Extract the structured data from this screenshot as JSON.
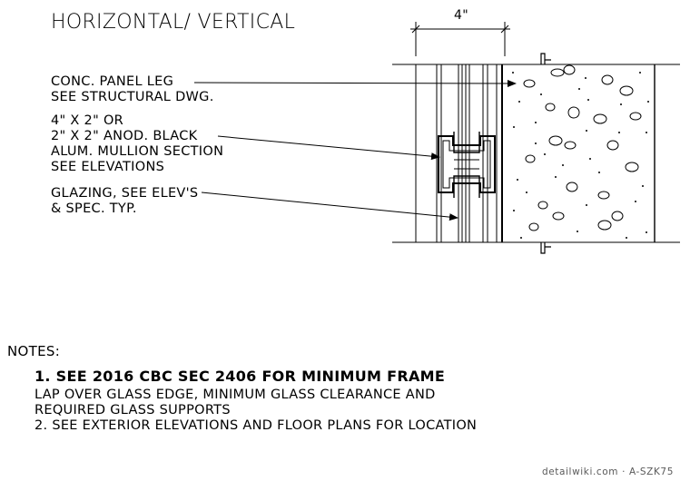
{
  "title": "HORIZONTAL/ VERTICAL",
  "dimension": "4\"",
  "callouts": {
    "panel_leg": [
      "CONC. PANEL LEG",
      "SEE STRUCTURAL DWG."
    ],
    "mullion": [
      "4\" X 2\" OR",
      "2\" X 2\" ANOD. BLACK",
      "ALUM. MULLION SECTION",
      "SEE ELEVATIONS"
    ],
    "glazing": [
      "GLAZING, SEE ELEV'S",
      "& SPEC. TYP."
    ]
  },
  "notes": {
    "heading": "NOTES:",
    "note1_bold": "1. SEE 2016 CBC SEC 2406 FOR MINIMUM FRAME",
    "note1_rest": [
      "LAP OVER GLASS EDGE, MINIMUM GLASS CLEARANCE AND",
      "REQUIRED GLASS SUPPORTS"
    ],
    "note2": "2. SEE EXTERIOR ELEVATIONS AND FLOOR PLANS FOR LOCATION"
  },
  "watermark": "detailwiki.com · A-SZK75"
}
